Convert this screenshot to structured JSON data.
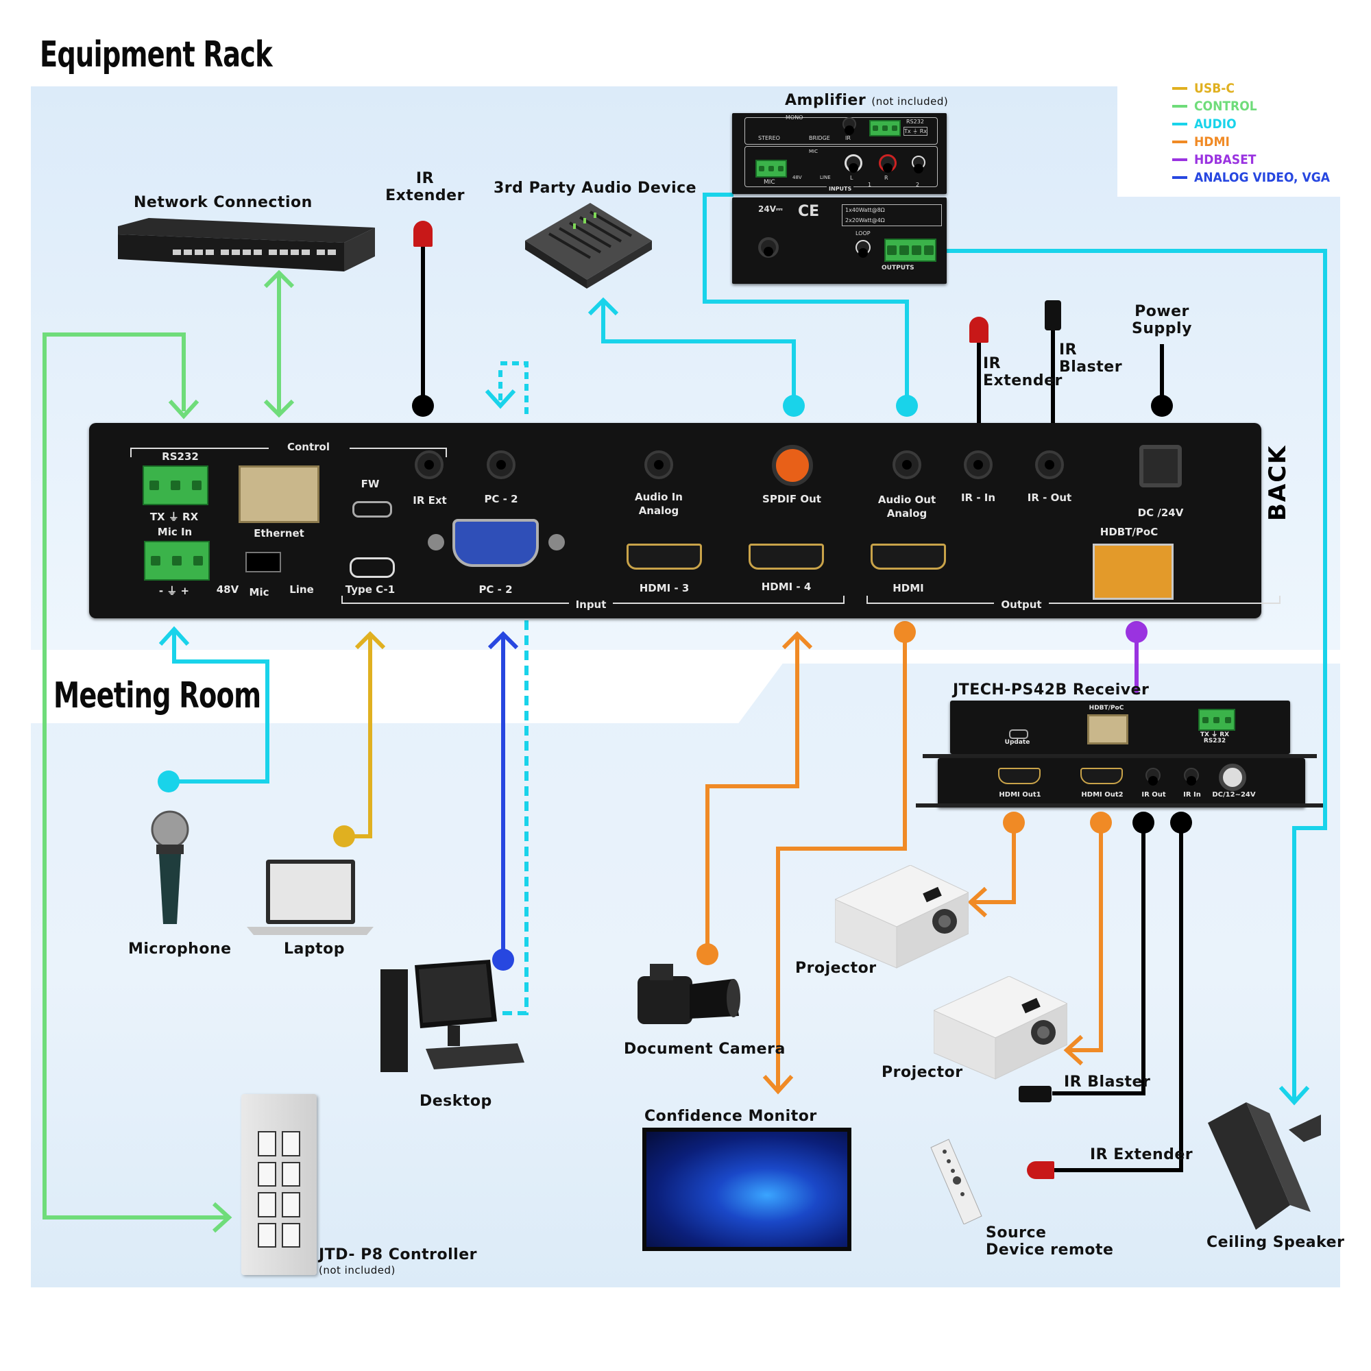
{
  "titles": {
    "equipment_rack": "Equipment Rack",
    "meeting_room": "Meeting Room"
  },
  "legend": [
    {
      "label": "USB-C",
      "color": "#e0b020"
    },
    {
      "label": "CONTROL",
      "color": "#6fdc7a"
    },
    {
      "label": "AUDIO",
      "color": "#19d3ea"
    },
    {
      "label": "HDMI",
      "color": "#f08a25"
    },
    {
      "label": "HDBASET",
      "color": "#9a33e0"
    },
    {
      "label": "ANALOG VIDEO, VGA",
      "color": "#2747e0"
    }
  ],
  "rack_labels": {
    "network_connection": "Network Connection",
    "ir_extender_top": "IR\nExtender",
    "third_party_audio": "3rd Party Audio Device",
    "amplifier": "Amplifier",
    "amplifier_note": "(not included)",
    "ir_extender_right": "IR\nExtender",
    "ir_blaster": "IR\nBlaster",
    "power_supply": "Power\nSupply",
    "back": "BACK"
  },
  "amplifier_panel": {
    "mono": "MONO",
    "stereo": "STEREO",
    "bridge": "BRIDGE",
    "ir": "IR",
    "rs232": "RS232",
    "txrx": "Tx ⏚ Rx",
    "mic": "MIC",
    "mic2": "MIC",
    "line": "LINE",
    "v48": "48V",
    "l": "L",
    "r": "R",
    "one": "1",
    "two": "2",
    "inputs": "INPUTS",
    "v24": "24V⎓",
    "ce": "CE",
    "watt1": "1x40Watt@8Ω",
    "watt2": "2x20Watt@4Ω",
    "loop": "LOOP",
    "outputs": "OUTPUTS"
  },
  "switcher_ports": {
    "rs232": "RS232",
    "control": "Control",
    "tx_rx": "TX  ⏚  RX",
    "ethernet": "Ethernet",
    "mic_in": "Mic In",
    "mic_pol": "-  ⏚  +",
    "v48": "48V",
    "mic": "Mic",
    "line": "Line",
    "fw": "FW",
    "type_c1": "Type C-1",
    "ir_ext": "IR Ext",
    "pc2_audio": "PC - 2",
    "pc2_vga": "PC - 2",
    "audio_in": "Audio In\nAnalog",
    "spdif": "SPDIF Out",
    "hdmi3": "HDMI - 3",
    "hdmi4": "HDMI - 4",
    "input": "Input",
    "audio_out": "Audio Out\nAnalog",
    "hdmi_out": "HDMI",
    "ir_in": "IR - In",
    "ir_out": "IR - Out",
    "dc": "DC /24V",
    "hdbt": "HDBT/PoC",
    "output": "Output"
  },
  "room_labels": {
    "microphone": "Microphone",
    "laptop": "Laptop",
    "desktop": "Desktop",
    "document_camera": "Document Camera",
    "confidence_monitor": "Confidence Monitor",
    "controller": "JTD- P8 Controller",
    "controller_note": "(not included)",
    "receiver": "JTECH-PS42B Receiver",
    "projector1": "Projector",
    "projector2": "Projector",
    "ir_blaster": "IR Blaster",
    "ir_extender": "IR Extender",
    "source_remote": "Source\nDevice remote",
    "ceiling_speaker": "Ceiling Speaker"
  },
  "receiver_ports": {
    "update": "Update",
    "hdbt": "HDBT/PoC",
    "rs232_txrx": "TX ⏚ RX",
    "rs232": "RS232",
    "hdmi_out1": "HDMI Out1",
    "hdmi_out2": "HDMI Out2",
    "ir_out": "IR Out",
    "ir_in": "IR In",
    "dc": "DC/12~24V"
  }
}
